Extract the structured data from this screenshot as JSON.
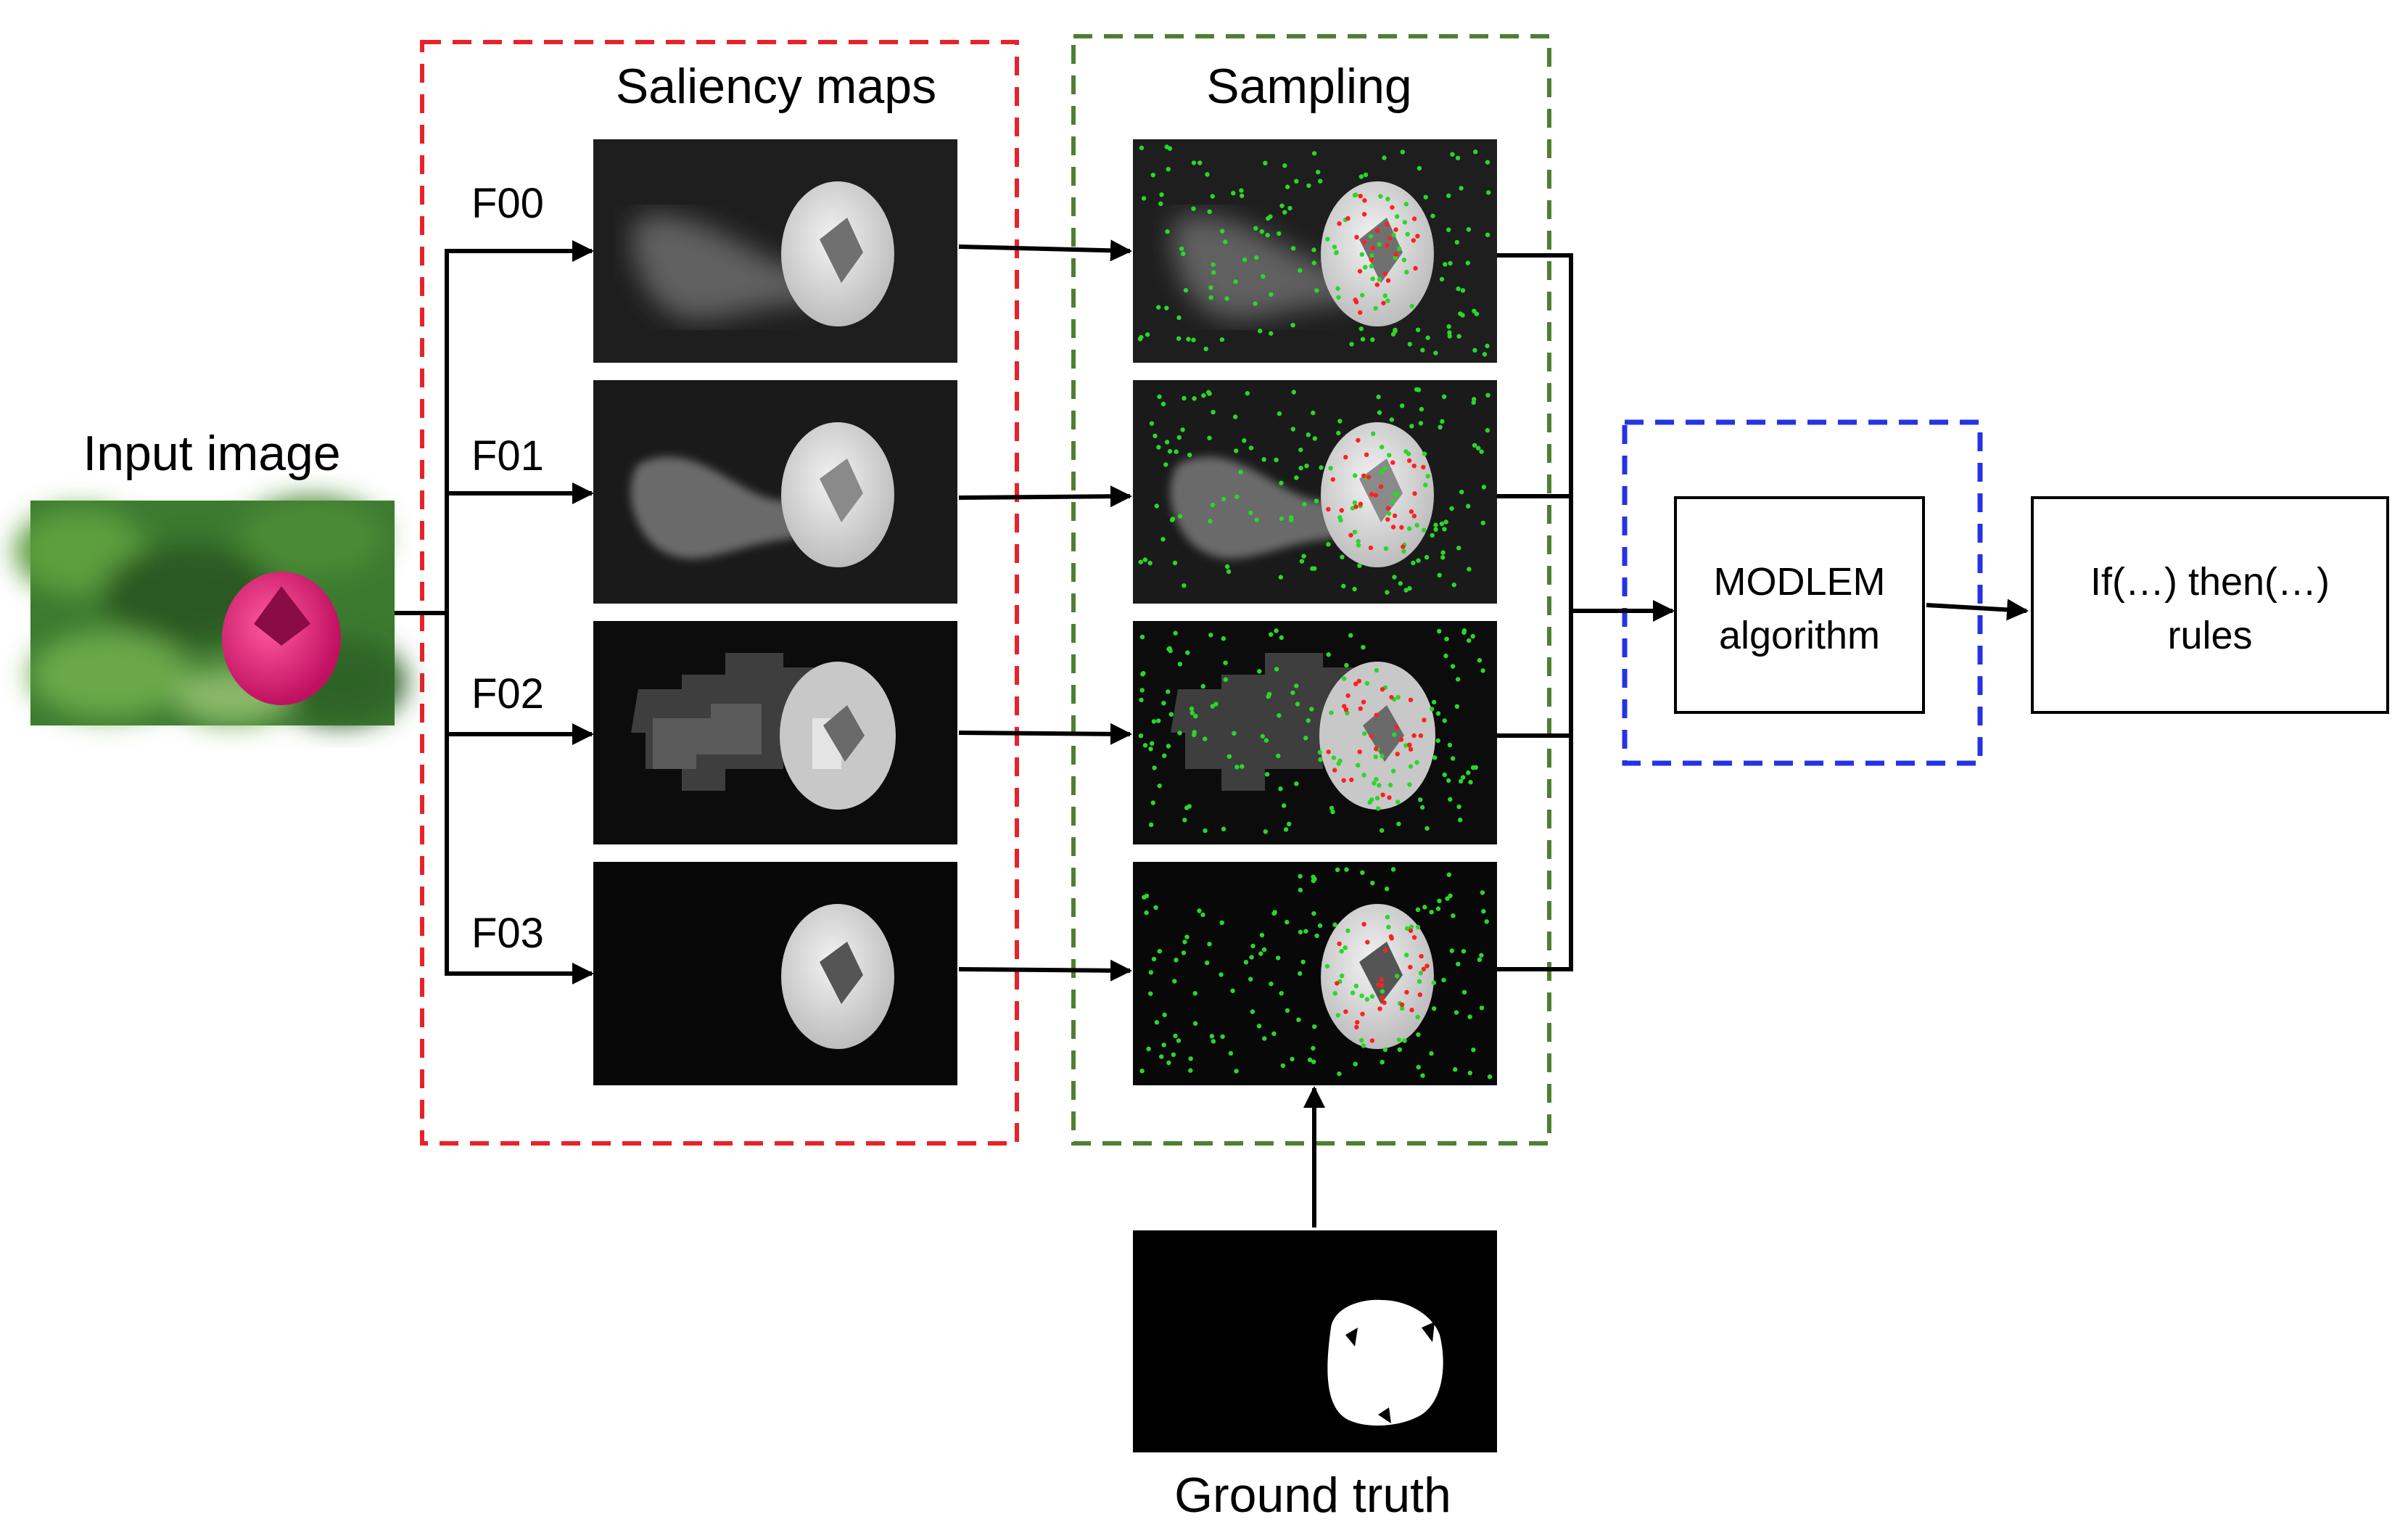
{
  "input": {
    "label": "Input image"
  },
  "sections": {
    "saliency": {
      "title": "Saliency maps",
      "color": "#e8222a"
    },
    "sampling": {
      "title": "Sampling",
      "color": "#4f7f32"
    },
    "rule_induction": {
      "color": "#2433e6"
    }
  },
  "features": [
    "F00",
    "F01",
    "F02",
    "F03"
  ],
  "modlem": {
    "line1": "MODLEM",
    "line2": "algorithm"
  },
  "rules": {
    "line1": "If(…) then(…)",
    "line2": "rules"
  },
  "ground_truth": {
    "label": "Ground truth"
  },
  "colors": {
    "arrow": "#000000",
    "flower": "#e0327a",
    "foliage": "#3c7a30",
    "positive_sample": "#ff2020",
    "negative_sample": "#2bd62b"
  }
}
